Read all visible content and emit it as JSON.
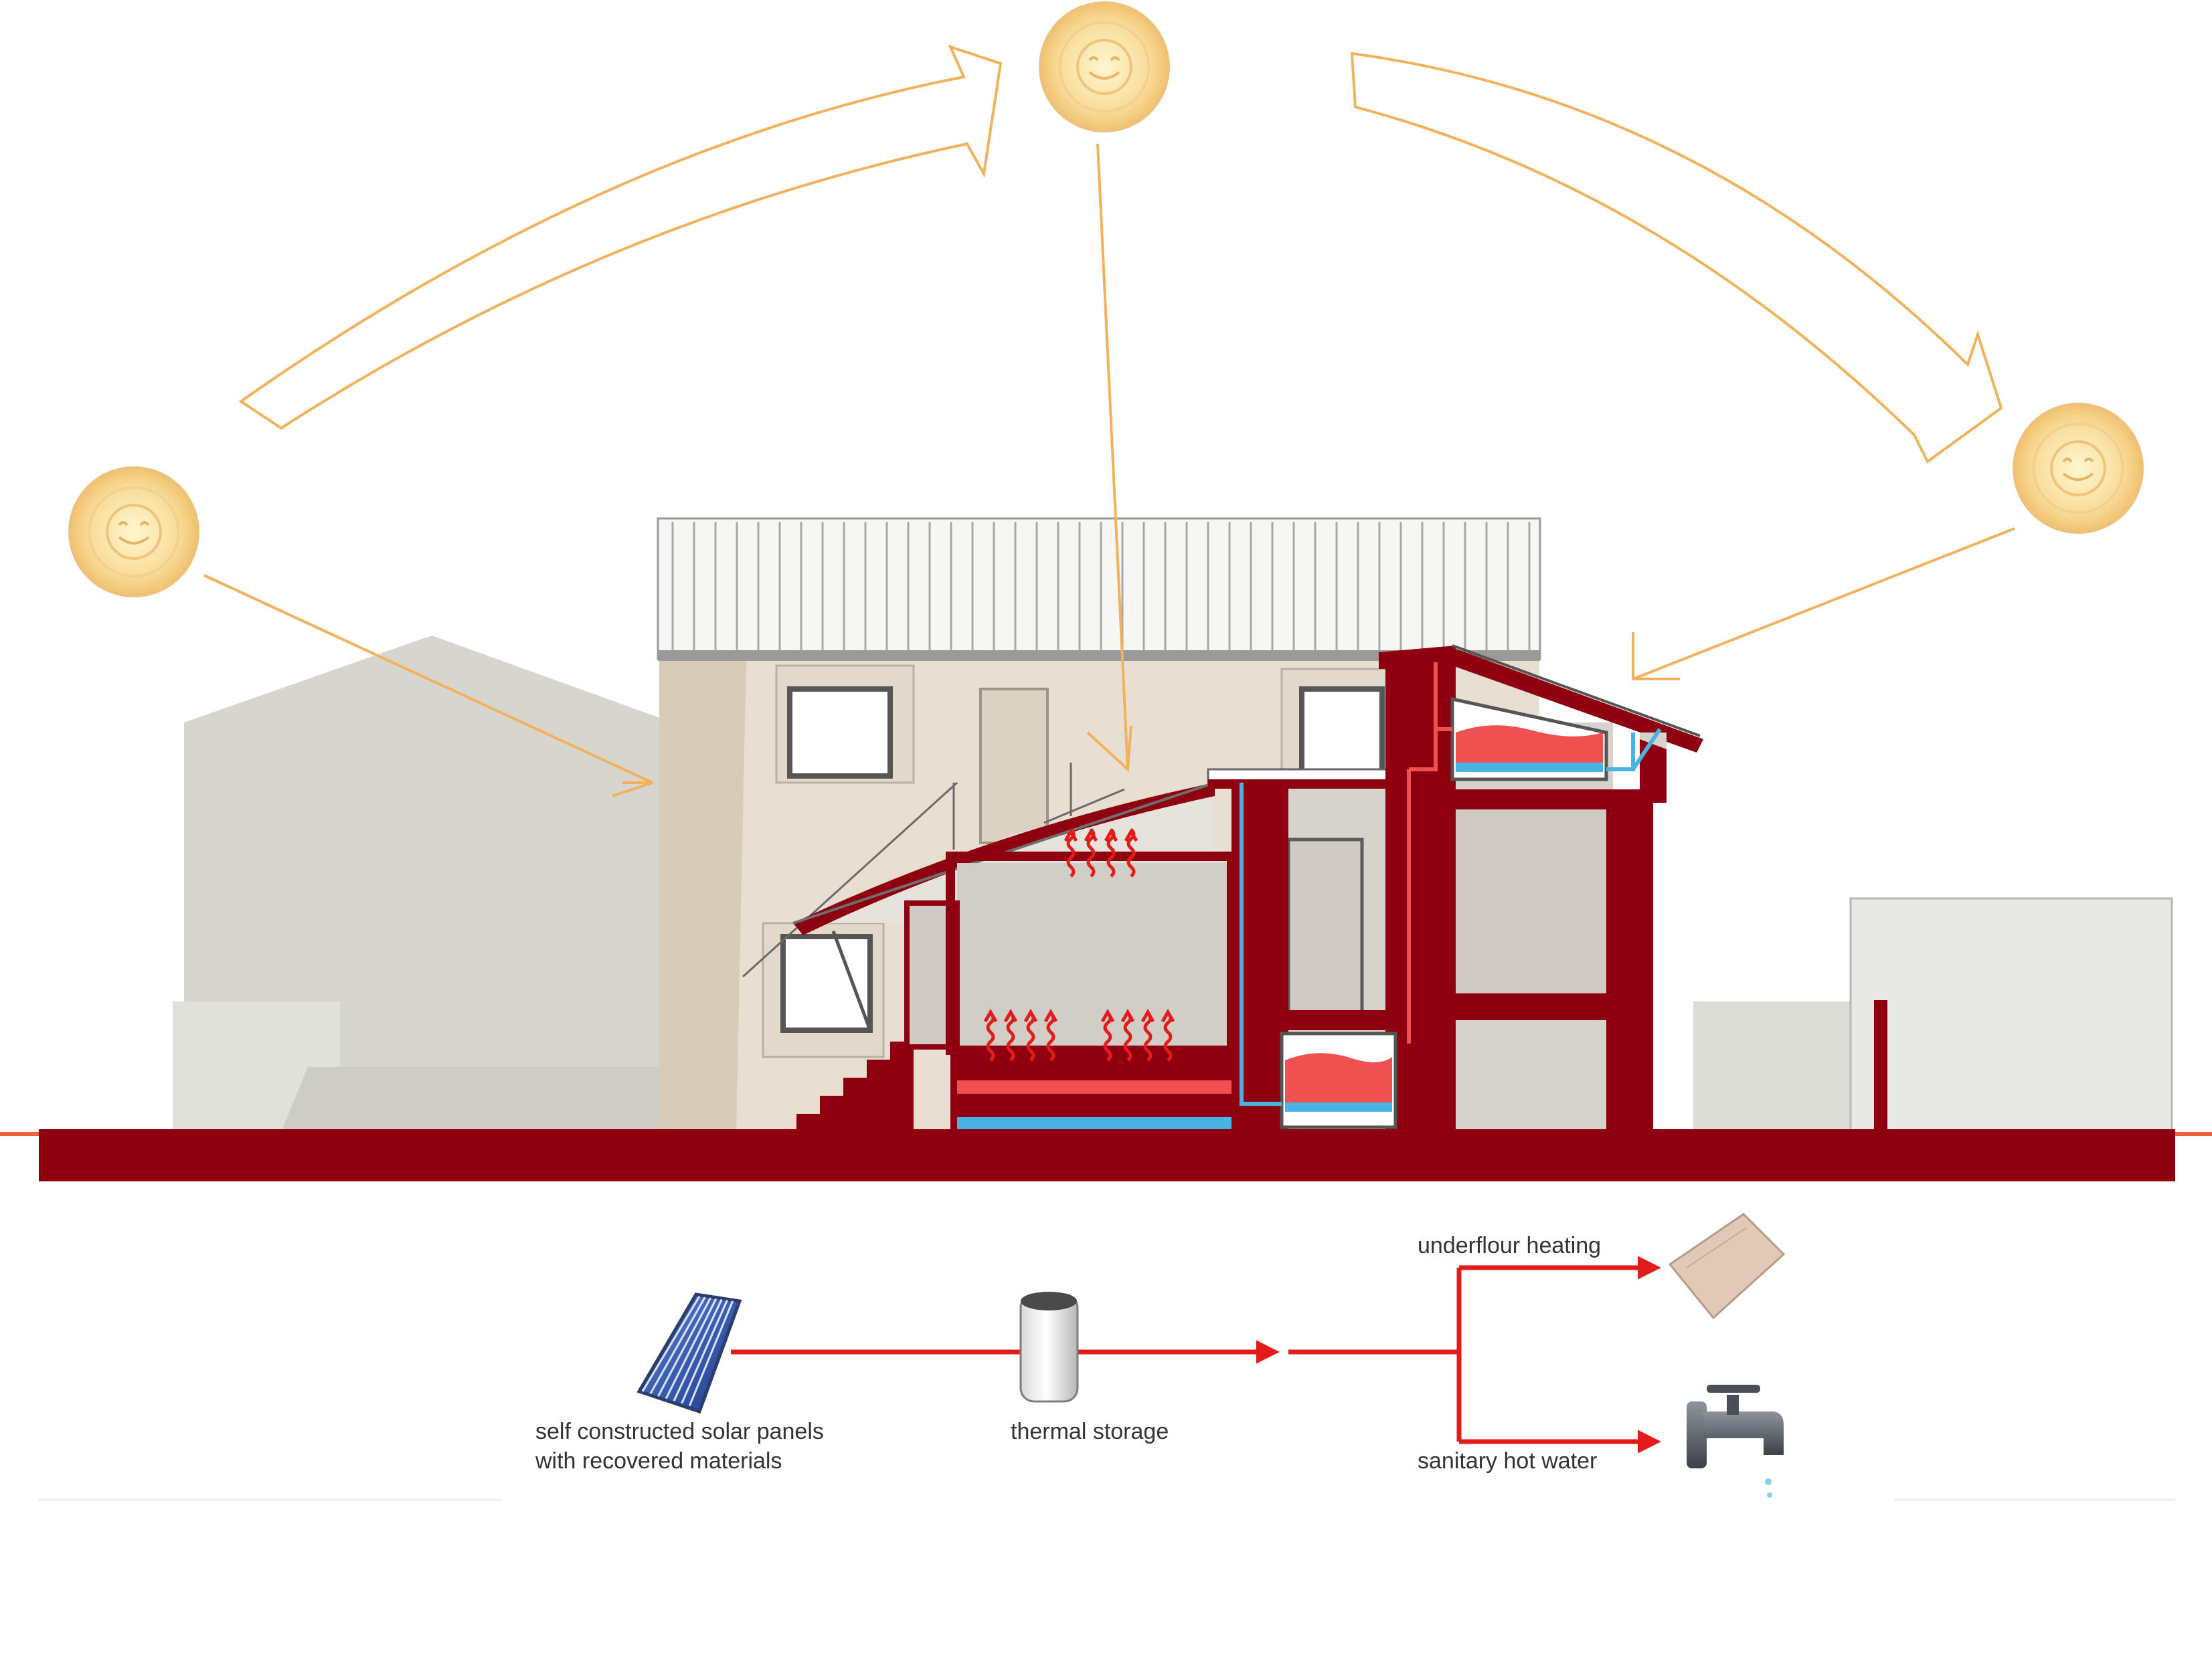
{
  "labels": {
    "solar_panels_line1": "self constructed solar panels",
    "solar_panels_line2": "with recovered materials",
    "thermal_storage": "thermal storage",
    "underfloor_heating": "underflour heating",
    "sanitary_hot_water": "sanitary hot water"
  },
  "colors": {
    "structure": "#8e0010",
    "sun_path": "#f2b15c",
    "hot_water": "#f05050",
    "cold_water": "#49b3e3",
    "flow_arrow": "#e31b1b",
    "ground_line": "#e8623a",
    "neighbour_building": "#d4d4cc",
    "facade": "#e6ddd0",
    "room_fill": "#d2cec8"
  },
  "icons": [
    "sun-icon",
    "solar-panel-icon",
    "thermal-tank-icon",
    "floor-heating-panel-icon",
    "water-tap-icon"
  ]
}
